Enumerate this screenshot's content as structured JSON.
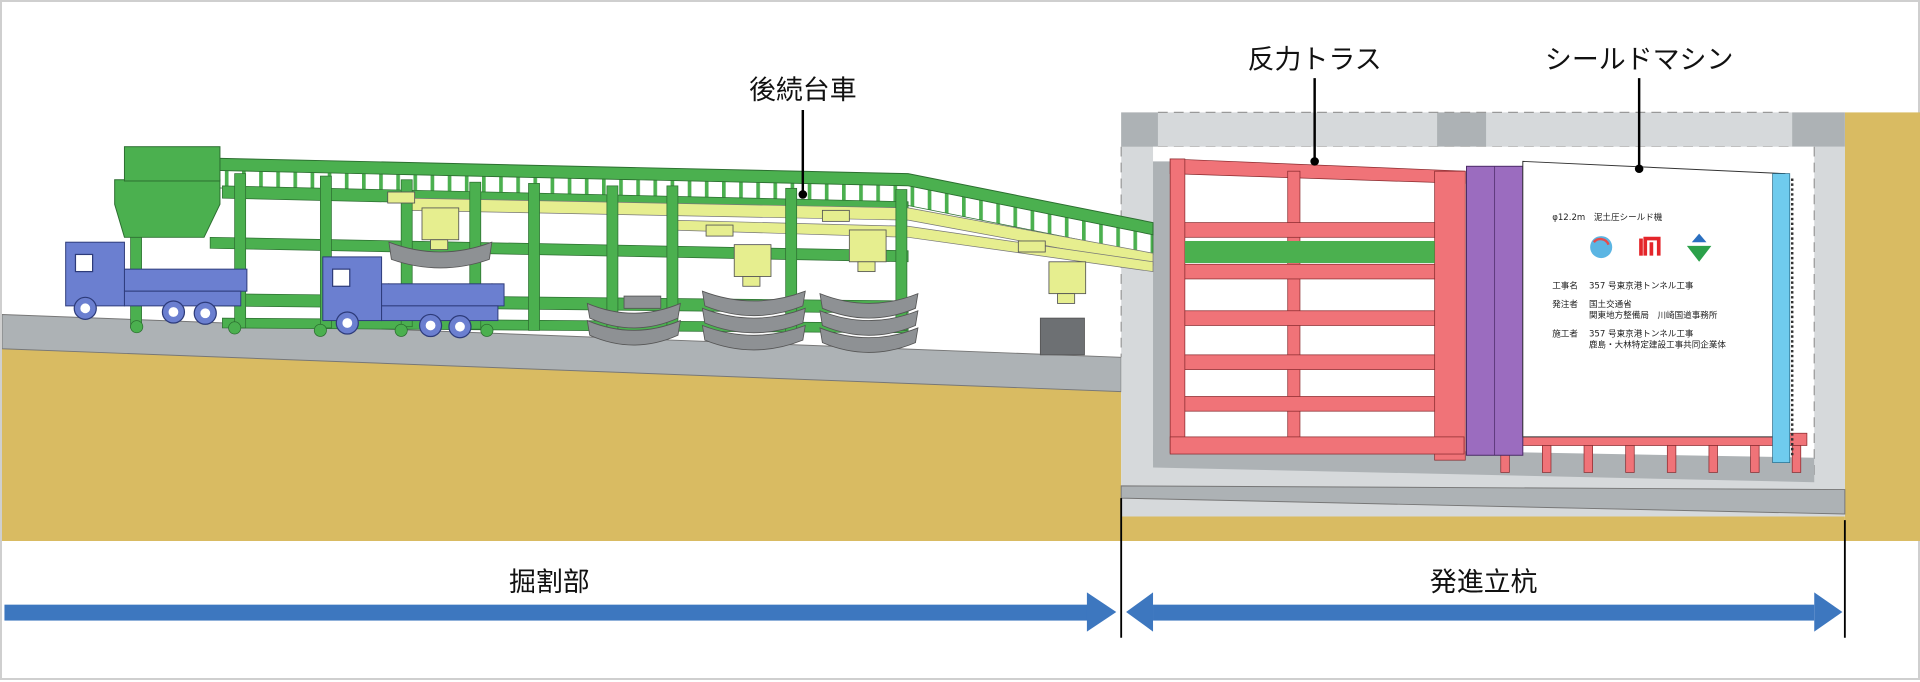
{
  "diagram": {
    "title_labels": {
      "backup_trailer": "後続台車",
      "reaction_truss": "反力トラス",
      "shield_machine": "シールドマシン"
    },
    "sections": [
      {
        "id": "excavation",
        "label": "掘割部",
        "arrow": "right"
      },
      {
        "id": "launch_shaft",
        "label": "発進立杭",
        "arrow": "both"
      }
    ],
    "machine_plate": {
      "spec": "φ12.2m　泥土圧シールド機",
      "rows": [
        {
          "key": "工事名",
          "lines": [
            "357 号東京港トンネル工事"
          ]
        },
        {
          "key": "発注者",
          "lines": [
            "国土交通省",
            "関東地方整備局　川崎国道事務所"
          ]
        },
        {
          "key": "施工者",
          "lines": [
            "357 号東京港トンネル工事",
            "鹿島・大林特定建設工事共同企業体"
          ]
        }
      ],
      "logos": [
        "mlit-logo-icon",
        "kajima-logo-icon",
        "obayashi-logo-icon"
      ]
    },
    "colors": {
      "soil": "#d9bb62",
      "concrete": "#adb2b5",
      "concrete_light": "#d6d9db",
      "trailer_green": "#4bb04f",
      "rail_yellow": "#e6ee8f",
      "truss_red": "#f07378",
      "shield_purple": "#9b6cbf",
      "cutter_blue": "#6fcbee",
      "truck_blue": "#6b7fd0",
      "segment_gray": "#8e9194",
      "arrow_blue": "#3d77bf"
    }
  }
}
